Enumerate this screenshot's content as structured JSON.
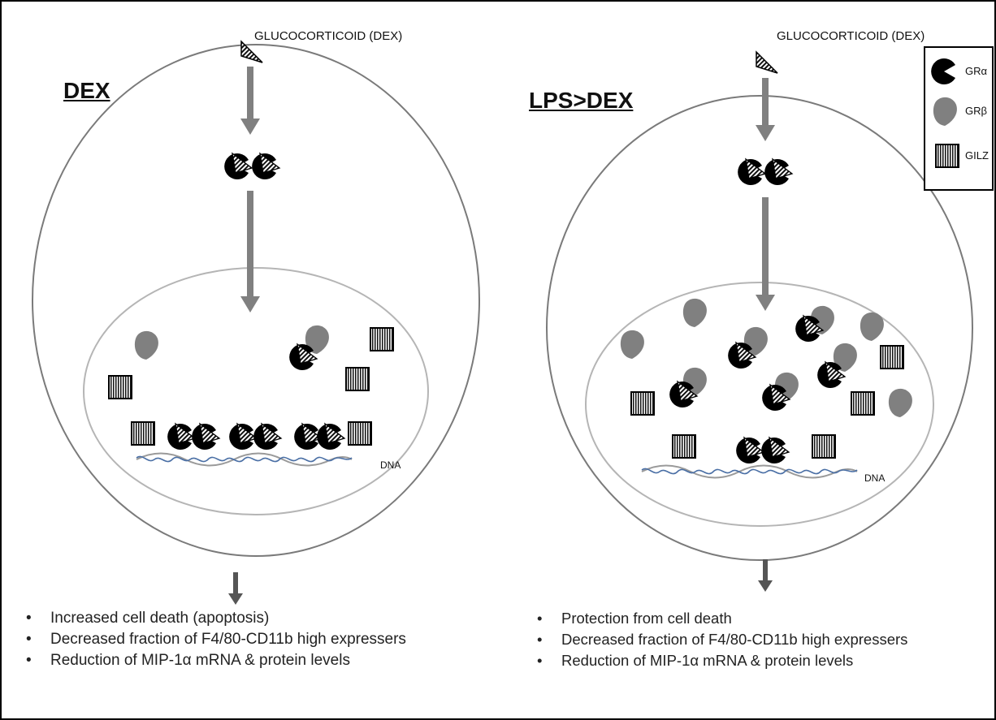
{
  "left_panel": {
    "title": "DEX",
    "ligand_label": "GLUCOCORTICOID (DEX)",
    "dna_label": "DNA",
    "outcomes": [
      "Increased cell death (apoptosis)",
      "Decreased fraction of  F4/80-CD11b high expressers",
      "Reduction of MIP-1α mRNA & protein levels"
    ]
  },
  "right_panel": {
    "title": "LPS>DEX",
    "ligand_label": "GLUCOCORTICOID (DEX)",
    "dna_label": "DNA",
    "outcomes": [
      "Protection from cell death",
      "Decreased fraction of  F4/80-CD11b high expressers",
      "Reduction of MIP-1α mRNA & protein levels"
    ]
  },
  "legend": {
    "items": [
      {
        "label": "GRα",
        "icon": "gr-alpha-pacman-icon",
        "color": "#000000"
      },
      {
        "label": "GRβ",
        "icon": "gr-beta-teardrop-icon",
        "color": "#808080"
      },
      {
        "label": "GILZ",
        "icon": "gilz-striped-square-icon",
        "color": "#333333"
      }
    ]
  },
  "colors": {
    "cell_border": "#7a7a7a",
    "nucleus_border": "#b5b5b5",
    "arrow": "#808080",
    "dna_blue": "#4a6fa5",
    "dna_gray": "#9a9a9a"
  }
}
